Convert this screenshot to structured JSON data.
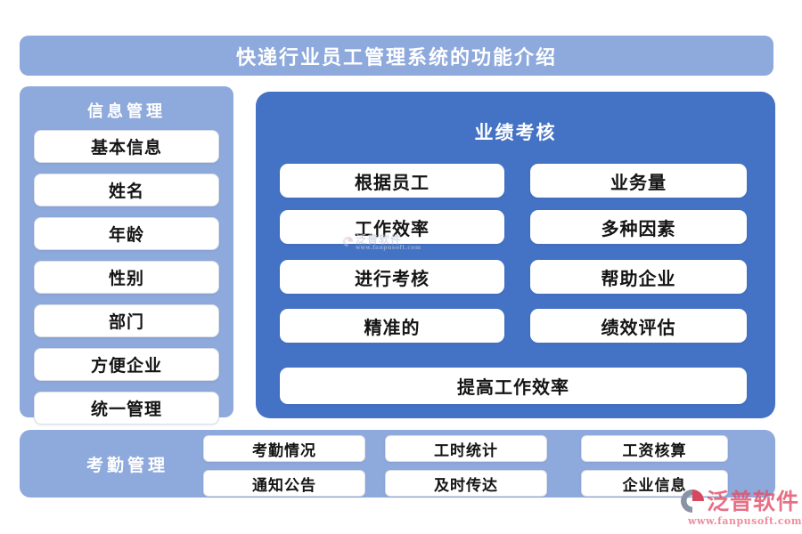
{
  "title": "快递行业员工管理系统的功能介绍",
  "colors": {
    "light_blue": "#8EA9DB",
    "dark_blue": "#4472C4",
    "button_bg": "#FFFFFF",
    "text_dark": "#141414",
    "header_text": "#FFFFFF",
    "logo_red": "#D5485F",
    "logo_pink": "#EE8698",
    "logo_gray": "#8A93A6"
  },
  "sidebar": {
    "header": "信息管理",
    "items": [
      "基本信息",
      "姓名",
      "年龄",
      "性别",
      "部门",
      "方便企业",
      "统一管理"
    ]
  },
  "main": {
    "header": "业绩考核",
    "rows": [
      {
        "left": "根据员工",
        "right": "业务量"
      },
      {
        "left": "工作效率",
        "right": "多种因素"
      },
      {
        "left": "进行考核",
        "right": "帮助企业"
      },
      {
        "left": "精准的",
        "right": "绩效评估"
      }
    ],
    "wide": "提高工作效率"
  },
  "bottom": {
    "header": "考勤管理",
    "columns": [
      {
        "top": "考勤情况",
        "bottom": "通知公告"
      },
      {
        "top": "工时统计",
        "bottom": "及时传达"
      },
      {
        "top": "工资核算",
        "bottom": "企业信息"
      }
    ]
  },
  "watermark": {
    "text": "泛普软件",
    "subtext": "www.fanpusoft.com"
  },
  "logo": {
    "text": "泛普软件",
    "url": "www.fanpusoft.com"
  }
}
